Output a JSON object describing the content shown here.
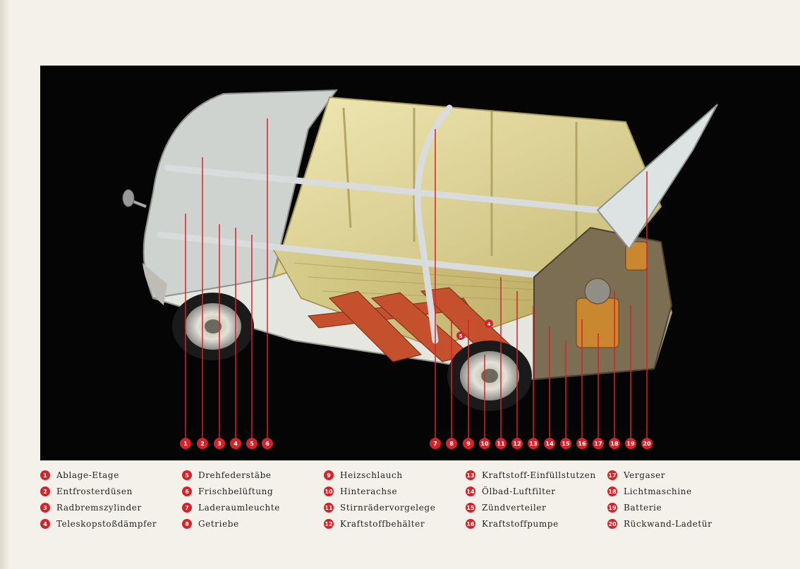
{
  "callout_color": "#d6222a",
  "background_color": "#050505",
  "legend": [
    {
      "num": "1",
      "label": "Ablage-Etage"
    },
    {
      "num": "2",
      "label": "Entfrosterdüsen"
    },
    {
      "num": "3",
      "label": "Radbremszylinder"
    },
    {
      "num": "4",
      "label": "Teleskopstoßdämpfer"
    },
    {
      "num": "5",
      "label": "Drehfederstäbe"
    },
    {
      "num": "6",
      "label": "Frischbelüftung"
    },
    {
      "num": "7",
      "label": "Laderaumleuchte"
    },
    {
      "num": "8",
      "label": "Getriebe"
    },
    {
      "num": "9",
      "label": "Heizschlauch"
    },
    {
      "num": "10",
      "label": "Hinterachse"
    },
    {
      "num": "11",
      "label": "Stirnrädervorgelege"
    },
    {
      "num": "12",
      "label": "Kraftstoffbehälter"
    },
    {
      "num": "13",
      "label": "Kraftstoff-Einfüllstutzen"
    },
    {
      "num": "14",
      "label": "Ölbad-Luftfilter"
    },
    {
      "num": "15",
      "label": "Zündverteiler"
    },
    {
      "num": "16",
      "label": "Kraftstoffpumpe"
    },
    {
      "num": "17",
      "label": "Vergaser"
    },
    {
      "num": "18",
      "label": "Lichtmaschine"
    },
    {
      "num": "19",
      "label": "Batterie"
    },
    {
      "num": "20",
      "label": "Rückwand-Ladetür"
    }
  ],
  "callouts": [
    "1",
    "2",
    "3",
    "4",
    "5",
    "6",
    "7",
    "8",
    "9",
    "10",
    "11",
    "12",
    "13",
    "14",
    "15",
    "16",
    "17",
    "18",
    "19",
    "20"
  ],
  "inline_markers": [
    "5",
    "4"
  ]
}
